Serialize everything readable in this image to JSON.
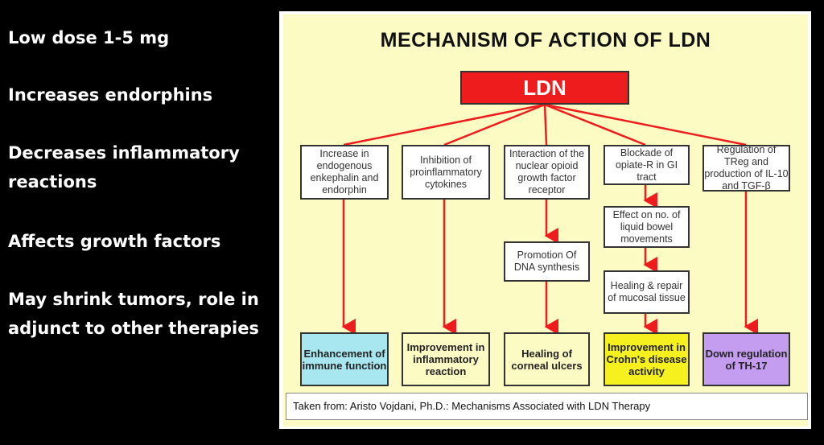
{
  "bullets": [
    "Low dose 1-5 mg",
    "Increases endorphins",
    "Decreases inflammatory reactions",
    "Affects growth factors",
    "May shrink tumors, role in adjunct to other therapies"
  ],
  "diagram": {
    "title": "MECHANISM OF ACTION OF LDN",
    "root": "LDN",
    "mechanisms": [
      "Increase in endogenous enkephalin and endorphin",
      "Inhibition of proinflammatory cytokines",
      "Interaction of the nuclear opioid growth factor receptor",
      "Blockade of opiate-R in GI tract",
      "Regulation of TReg and production of IL-10 and TGF-β"
    ],
    "intermediates": {
      "dna": "Promotion Of DNA synthesis",
      "bowel": "Effect on no. of liquid bowel movements",
      "mucosal": "Healing & repair of mucosal tissue"
    },
    "outcomes": [
      {
        "label": "Enhancement of immune function",
        "color": "#a8e6f0"
      },
      {
        "label": "Improvement in inflammatory reaction",
        "color": "#fcfbc4"
      },
      {
        "label": "Healing of corneal ulcers",
        "color": "#fcfbc4"
      },
      {
        "label": "Improvement in Crohn's disease activity",
        "color": "#f5f01e"
      },
      {
        "label": "Down regulation of TH-17",
        "color": "#c49cf0"
      }
    ],
    "arrow_color": "#ee1c1c"
  },
  "caption": "Taken from: Aristo Vojdani, Ph.D.: Mechanisms Associated with LDN Therapy"
}
